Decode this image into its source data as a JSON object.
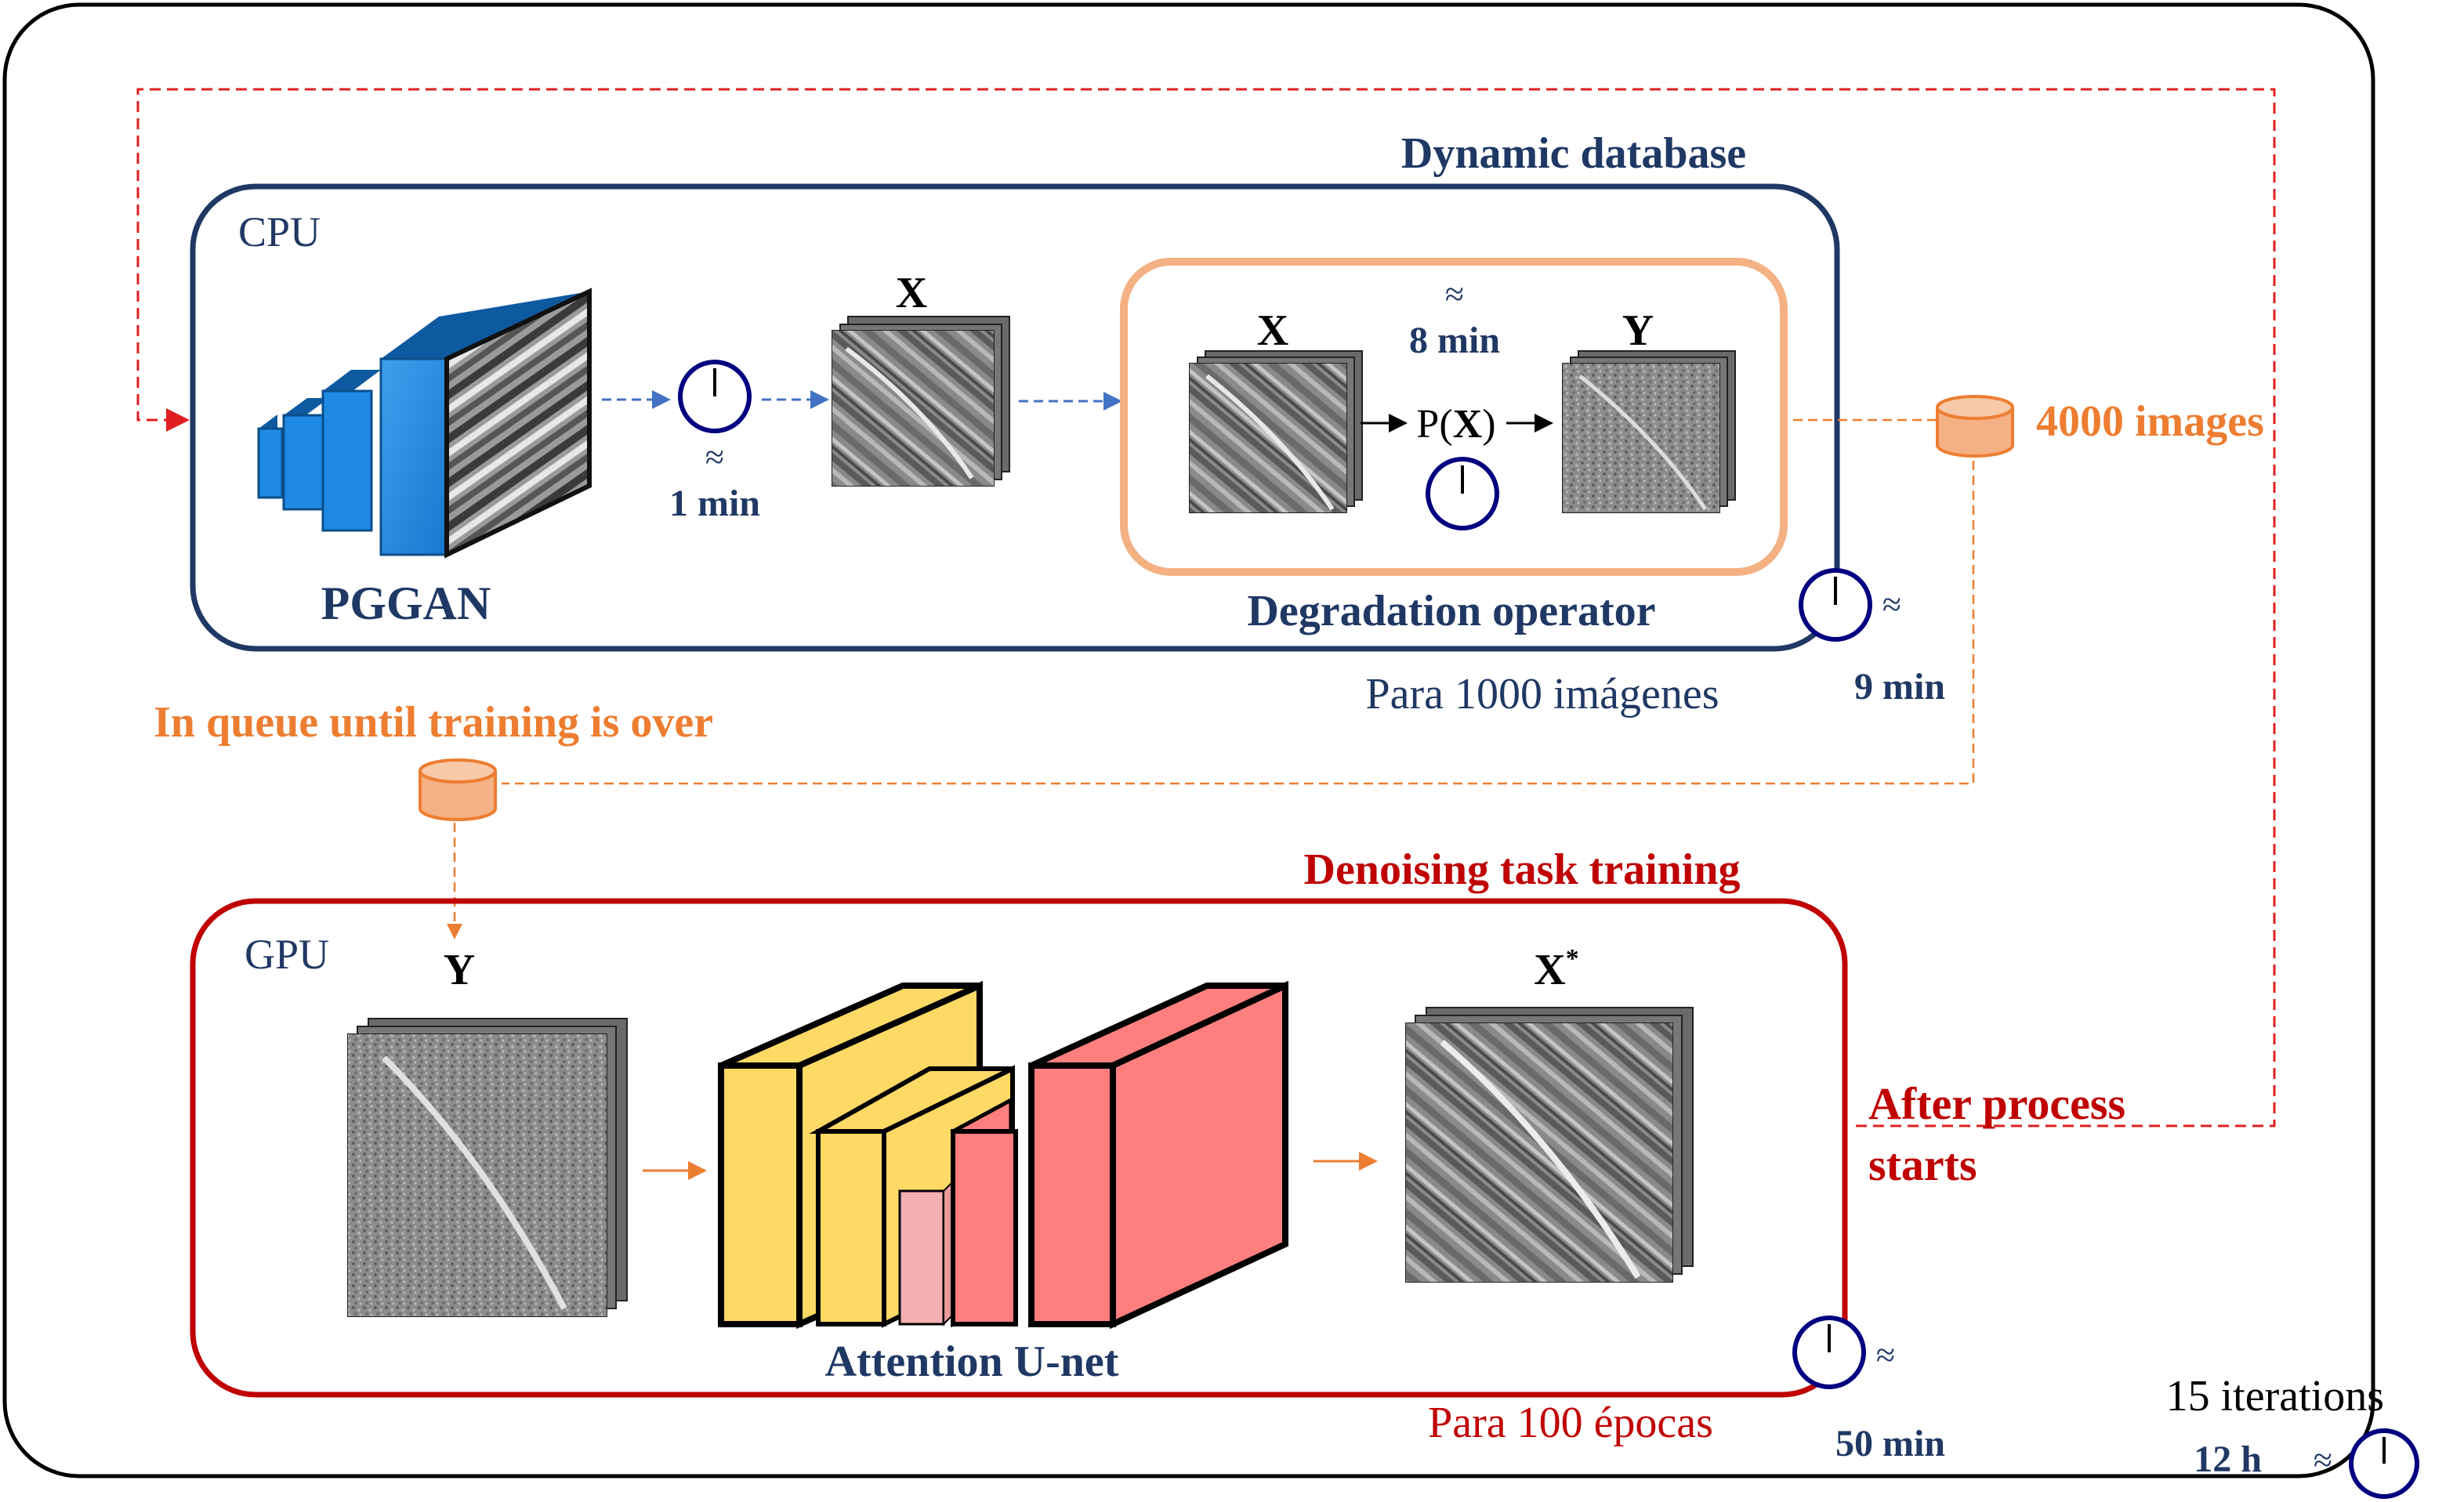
{
  "cpu": {
    "label": "CPU",
    "title": "Dynamic database",
    "pggan_label": "PGGAN",
    "x_label_1": "X",
    "time_1_approx": "≈",
    "time_1_value": "1 min",
    "degradation": {
      "title": "Degradation operator",
      "x_label": "X",
      "y_label": "Y",
      "time_approx": "≈",
      "time_value": "8 min",
      "operator_prefix": "P(",
      "operator_var": "X",
      "operator_suffix": ")"
    },
    "total_approx": "≈",
    "total_value": "9 min",
    "note": "Para 1000 imágenes"
  },
  "database": {
    "images_label": "4000 images",
    "queue_label": "In queue until training is over"
  },
  "gpu": {
    "label": "GPU",
    "title": "Denoising task training",
    "y_label": "Y",
    "x_star_base": "X",
    "x_star_sup": "*",
    "network_label": "Attention U-net",
    "total_approx": "≈",
    "total_value": "50 min",
    "note": "Para 100 épocas"
  },
  "loop": {
    "after_line1": "After process",
    "after_line2": "starts",
    "iterations": "15 iterations",
    "total_value": "12 h",
    "total_approx": "≈"
  },
  "colors": {
    "navy": "#1f3864",
    "red": "#c00000",
    "orange": "#ed7d31",
    "orange_light": "#f4b183",
    "blue": "#2e8bd8",
    "blue_arrow": "#4472c4",
    "yellow": "#ffd966",
    "pink": "#ff7f7f",
    "pink_light": "#f4b0b0"
  }
}
